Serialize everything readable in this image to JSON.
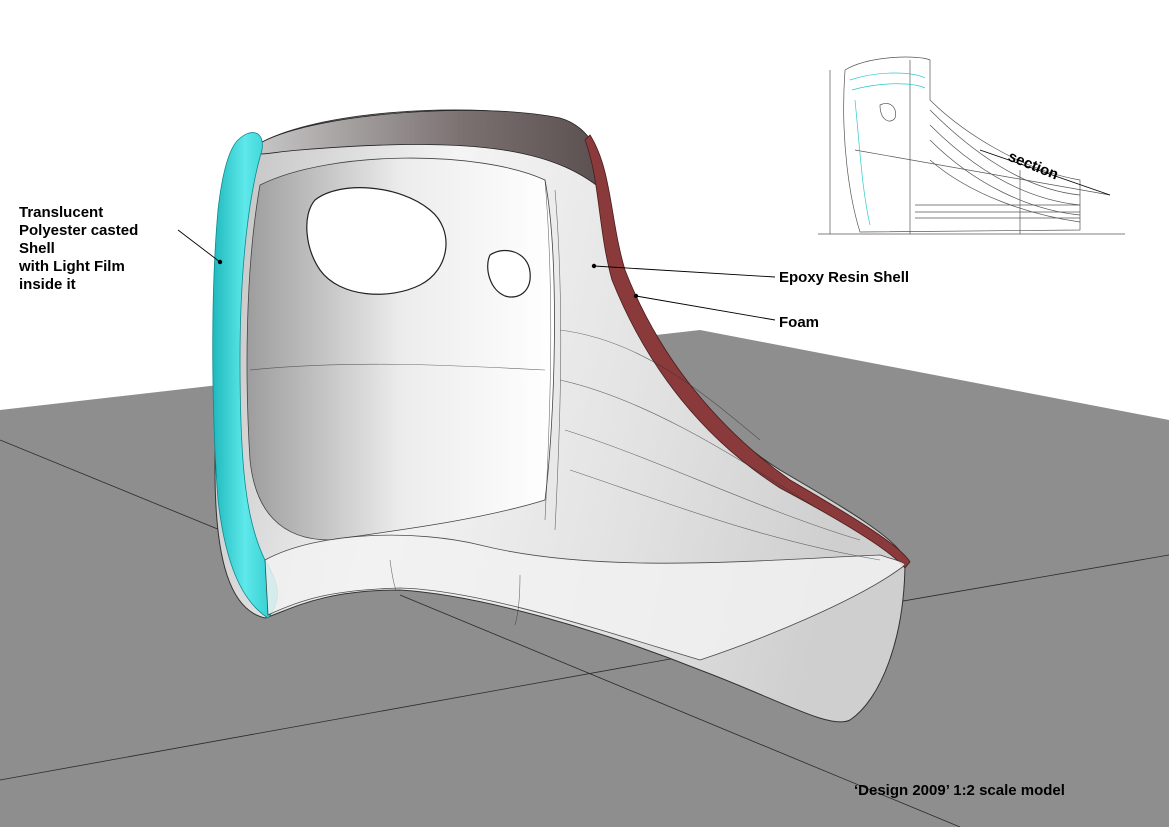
{
  "annotations": {
    "translucent_shell": [
      "Translucent",
      "Polyester casted",
      "Shell",
      "with Light Film",
      "inside it"
    ],
    "epoxy_shell": "Epoxy Resin Shell",
    "foam": "Foam",
    "section": "section",
    "caption": "‘Design 2009’ 1:2 scale model"
  },
  "colors": {
    "floor": "#8e8e8e",
    "translucent_shell": "#3fd6d8",
    "foam": "#8a3a3a",
    "shell_body": "#e6e6e6",
    "background": "#ffffff"
  }
}
